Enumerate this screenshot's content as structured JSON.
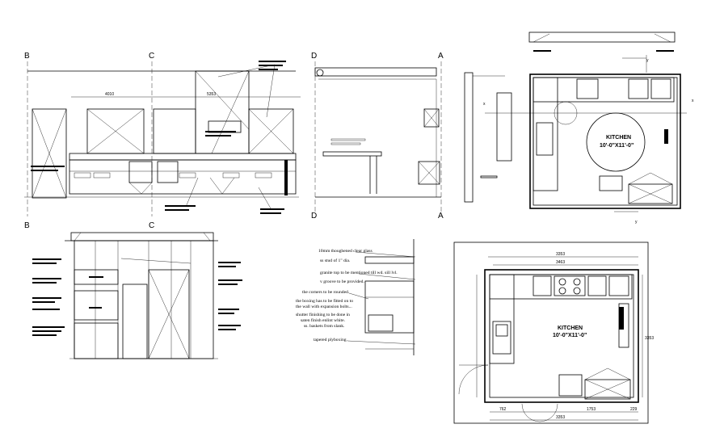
{
  "section_markers": {
    "b_top": "B",
    "c_top": "C",
    "b_bottom": "B",
    "c_bottom": "C",
    "d_top": "D",
    "a_top": "A",
    "d_bottom": "D",
    "a_bottom": "A"
  },
  "elevation_bc": {
    "dim_left": "4010",
    "dim_right": "5353"
  },
  "plan_top": {
    "room_name": "KITCHEN",
    "room_size": "10'-0\"X11'-0\"",
    "marker_y": "y",
    "marker_x": "x"
  },
  "plan_bottom": {
    "room_name": "KITCHEN",
    "room_size": "10'-0\"X11'-0\"",
    "dim_top": "3353",
    "dim_top2": "3463",
    "dim_right": "3353",
    "dim_bottom": "3353",
    "dim_b1": "762",
    "dim_b2": "1753",
    "dim_b3": "229"
  },
  "detail_notes": [
    "10mm thoughened clear glass",
    "ss stud of 1\" dia.",
    "granite top to be mentioned till wd. sill lvl.",
    "v groove to be provided.",
    "the corners to be rounded.",
    "the boxing has to be fitted on to",
    "the wall with expansion bolts...",
    "shutter finishing to be done in",
    "saten finish enlint white.",
    "ss. baskets from slank.",
    "tapered plyboxing."
  ]
}
